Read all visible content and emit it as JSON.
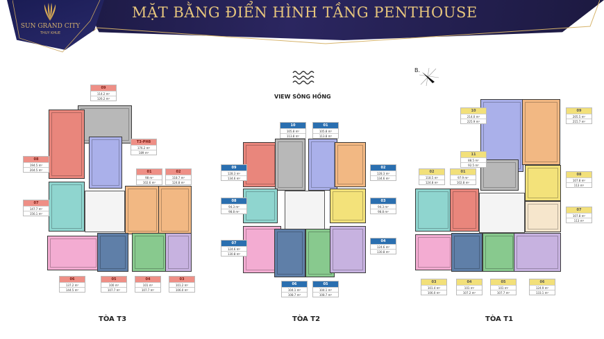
{
  "header": {
    "title": "MẶT BẰNG ĐIỂN HÌNH TẦNG PENTHOUSE",
    "brand_name": "SUN GRAND CITY",
    "brand_sub": "THUY KHUE",
    "colors": {
      "banner": "#231f52",
      "gold": "#e6c57d"
    }
  },
  "center": {
    "view_label": "VIEW SÔNG HỒNG",
    "wave_icon": "river-waves-icon"
  },
  "compass": {
    "label": "B.",
    "icon": "north-compass-icon"
  },
  "towers": [
    {
      "name": "TÒA T3",
      "label_color": "#ee8f86",
      "units": [
        {
          "id": "09",
          "area1": "114.2 m²",
          "area2": "126.2 m²"
        },
        {
          "id": "08",
          "area1": "194.5 m²",
          "area2": "204.5 m²"
        },
        {
          "id": "T3-PH8",
          "area1": "176.2 m²",
          "area2": "189 m²"
        },
        {
          "id": "01",
          "area1": "98 m²",
          "area2": "102.6 m²"
        },
        {
          "id": "02",
          "area1": "118.7 m²",
          "area2": "124.8 m²"
        },
        {
          "id": "07",
          "area1": "147.7 m²",
          "area2": "156.1 m²"
        },
        {
          "id": "06",
          "area1": "137.2 m²",
          "area2": "144.5 m²"
        },
        {
          "id": "05",
          "area1": "100 m²",
          "area2": "107.7 m²"
        },
        {
          "id": "04",
          "area1": "101 m²",
          "area2": "107.7 m²"
        },
        {
          "id": "03",
          "area1": "101.2 m²",
          "area2": "106.0 m²"
        }
      ]
    },
    {
      "name": "TÒA T2",
      "label_color": "#2a6fb0",
      "units": [
        {
          "id": "10",
          "area1": "105.8 m²",
          "area2": "113.8 m²"
        },
        {
          "id": "01",
          "area1": "105.8 m²",
          "area2": "113.8 m²"
        },
        {
          "id": "09",
          "area1": "128.3 m²",
          "area2": "134.6 m²"
        },
        {
          "id": "02",
          "area1": "128.3 m²",
          "area2": "134.6 m²"
        },
        {
          "id": "08",
          "area1": "94.3 m²",
          "area2": "98.8 m²"
        },
        {
          "id": "03",
          "area1": "94.3 m²",
          "area2": "98.8 m²"
        },
        {
          "id": "07",
          "area1": "124.6 m²",
          "area2": "130.8 m²"
        },
        {
          "id": "04",
          "area1": "124.6 m²",
          "area2": "130.8 m²"
        },
        {
          "id": "06",
          "area1": "104.1 m²",
          "area2": "108.7 m²"
        },
        {
          "id": "05",
          "area1": "104.1 m²",
          "area2": "108.7 m²"
        }
      ]
    },
    {
      "name": "TÒA T1",
      "label_color": "#f2e07a",
      "units": [
        {
          "id": "10",
          "area1": "214.0 m²",
          "area2": "225.9 m²"
        },
        {
          "id": "09",
          "area1": "205.5 m²",
          "area2": "215.7 m²"
        },
        {
          "id": "11",
          "area1": "88.5 m²",
          "area2": "92.5 m²"
        },
        {
          "id": "02",
          "area1": "118.5 m²",
          "area2": "124.8 m²"
        },
        {
          "id": "01",
          "area1": "97.9 m²",
          "area2": "102.8 m²"
        },
        {
          "id": "08",
          "area1": "107.8 m²",
          "area2": "113 m²"
        },
        {
          "id": "07",
          "area1": "107.8 m²",
          "area2": "113 m²"
        },
        {
          "id": "03",
          "area1": "101.4 m²",
          "area2": "106.0 m²"
        },
        {
          "id": "04",
          "area1": "101 m²",
          "area2": "107.2 m²"
        },
        {
          "id": "05",
          "area1": "101 m²",
          "area2": "107.7 m²"
        },
        {
          "id": "06",
          "area1": "124.9 m²",
          "area2": "133.1 m²"
        }
      ]
    }
  ]
}
